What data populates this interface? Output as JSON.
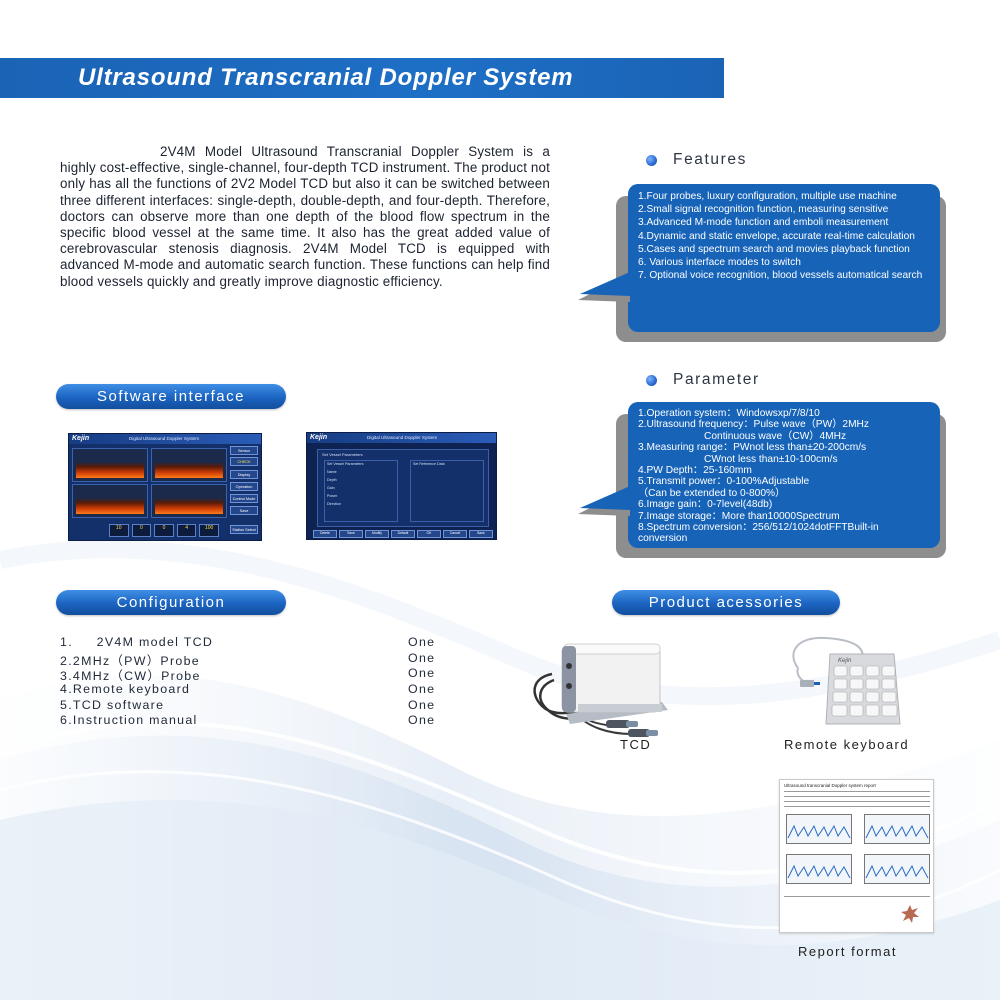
{
  "title": "Ultrasound Transcranial Doppler System",
  "intro": {
    "text": "2V4M Model Ultrasound Transcranial Doppler System is a highly cost-effective, single-channel, four-depth TCD instrument. The product not only has all the functions of 2V2 Model TCD but also it can be switched between three different interfaces: single-depth, double-depth, and four-depth. Therefore, doctors can observe more than one depth of the blood flow spectrum in the specific blood vessel at the same time. It also has the great added value of cerebrovascular stenosis diagnosis. 2V4M Model TCD is equipped with advanced M-mode and automatic search function. These functions can help find blood vessels quickly and greatly improve diagnostic efficiency."
  },
  "features": {
    "heading": "Features",
    "items": [
      "1.Four probes, luxury configuration, multiple use machine",
      "2.Small signal recognition function, measuring sensitive",
      "3.Advanced M-mode function and emboli measurement",
      "4.Dynamic and static envelope, accurate real-time calculation",
      "5.Cases and spectrum search and movies playback function",
      "6. Various interface modes to switch",
      "7. Optional voice recognition, blood vessels automatical search"
    ]
  },
  "parameter": {
    "heading": "Parameter",
    "items": [
      "1.Operation system：Windowsxp/7/8/10",
      "2.Ultrasound frequency：Pulse wave（PW）2MHz",
      "Continuous wave（CW）4MHz",
      "3.Measuring range：PWnot less than±20-200cm/s",
      "CWnot less than±10-100cm/s",
      "4.PW Depth：25-160mm",
      "5.Transmit power：0-100%Adjustable",
      "（Can be extended to 0-800%）",
      "6.Image gain：0-7level(48db)",
      "7.Image storage：More than10000Spectrum",
      "8.Spectrum conversion：256/512/1024dotFFTBuilt-in conversion"
    ]
  },
  "software": {
    "heading": "Software interface",
    "screen1": {
      "brand": "Kejin",
      "title": "Digital Ultrasound Doppler System",
      "buttons": [
        "Sensor",
        "CHECK",
        "Display",
        "Operation",
        "Control Mode",
        "Save",
        "Station Select"
      ],
      "readouts": [
        "10",
        "0",
        "0",
        "4",
        "100"
      ]
    },
    "screen2": {
      "brand": "Kejin",
      "title": "Digital Ultrasound Doppler System",
      "dialog_title": "Set Vessel Parameters",
      "left_group": "Set Vessel Parameters",
      "right_group": "Set Reference Data",
      "fields": [
        "Name",
        "Depth",
        "Gain",
        "Power",
        "Direction"
      ],
      "footer_buttons": [
        "Delete",
        "Save",
        "Modify",
        "Default",
        "OK",
        "Cancel",
        "Back"
      ]
    }
  },
  "configuration": {
    "heading": "Configuration",
    "items": [
      {
        "name": "1.     2V4M model TCD",
        "qty": "One"
      },
      {
        "name": "2.2MHz（PW）Probe",
        "qty": "One"
      },
      {
        "name": "3.4MHz（CW）Probe",
        "qty": "One"
      },
      {
        "name": "4.Remote keyboard",
        "qty": "One"
      },
      {
        "name": "5.TCD software",
        "qty": "One"
      },
      {
        "name": "6.Instruction manual",
        "qty": "One"
      }
    ]
  },
  "accessories": {
    "heading": "Product acessories",
    "tcd_caption": "TCD",
    "keyboard_caption": "Remote keyboard",
    "keyboard_brand": "Kejin",
    "report_caption": "Report format",
    "report_title": "Ultrasound transcranial Doppler system report"
  },
  "colors": {
    "brand_blue": "#1663b8",
    "panel_shadow": "#8e8e8e",
    "spectrum_orange": "#ff7b1a"
  }
}
